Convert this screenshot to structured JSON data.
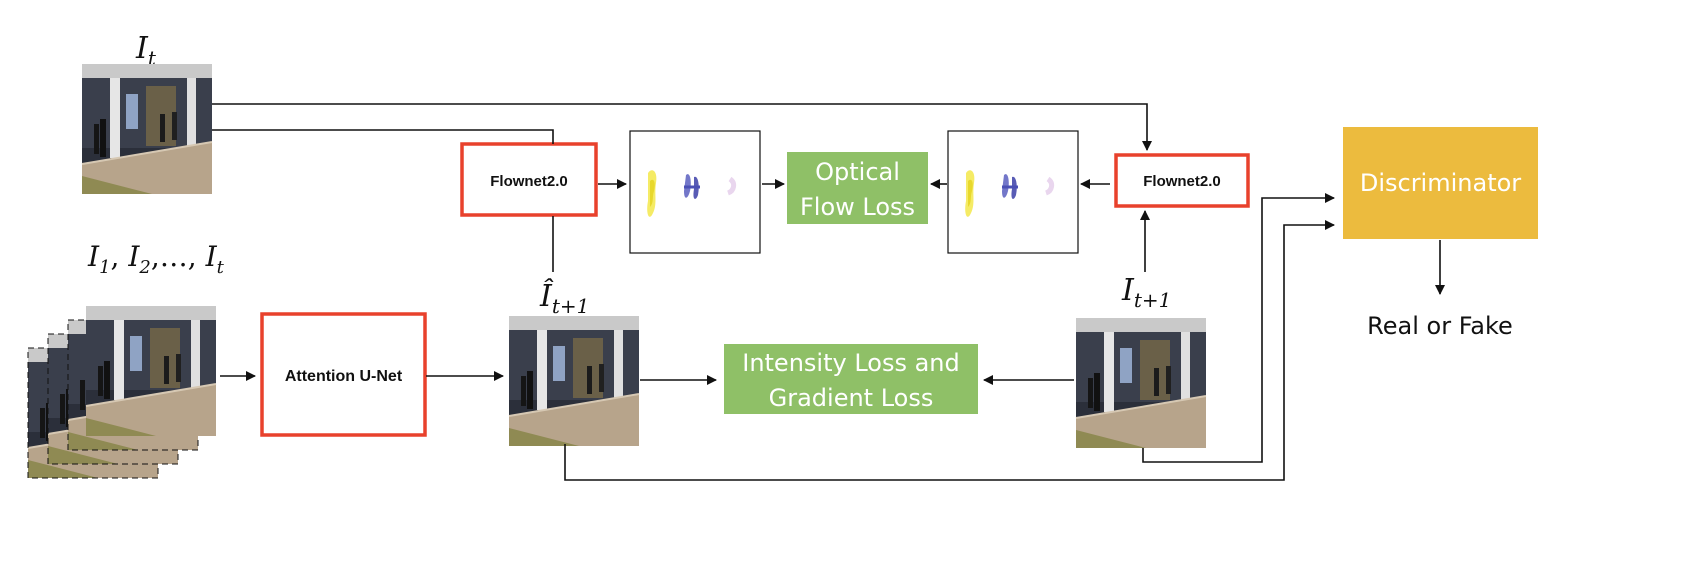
{
  "labels": {
    "frame_t": "I",
    "frame_t_sub": "t",
    "frames_seq_i1": "I",
    "frames_seq_i1_sub": "1",
    "frames_seq_i2": "I",
    "frames_seq_i2_sub": "2",
    "frames_seq_dots": ",…,",
    "frames_seq_it": "I",
    "frames_seq_it_sub": "t",
    "predicted": "Î",
    "predicted_sub": "t+1",
    "ground_truth": "I",
    "ground_truth_sub": "t+1"
  },
  "boxes": {
    "flownet_left": "Flownet2.0",
    "flownet_right": "Flownet2.0",
    "attention_unet": "Attention U-Net",
    "optical_flow_loss_line1": "Optical",
    "optical_flow_loss_line2": "Flow Loss",
    "intensity_loss_line1": "Intensity Loss and",
    "intensity_loss_line2": "Gradient Loss",
    "discriminator": "Discriminator",
    "output": "Real or Fake"
  },
  "colors": {
    "red_border": "#e8412c",
    "green_box": "#8fc067",
    "yellow_box": "#ecbb3e",
    "arrow": "#111111"
  }
}
